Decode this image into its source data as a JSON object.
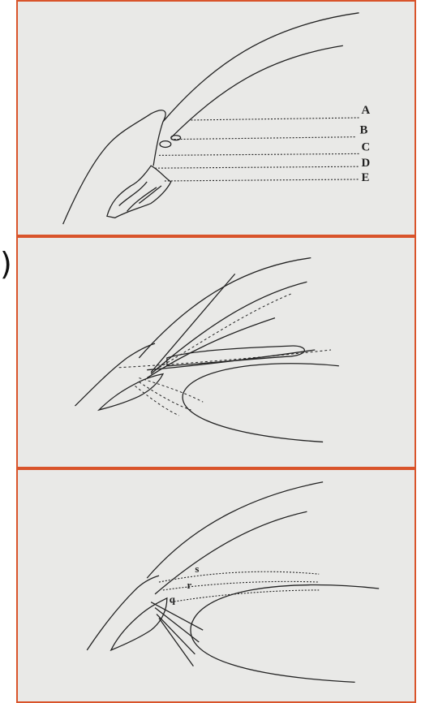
{
  "colors": {
    "panel_border": "#d9542b",
    "panel_bg": "#e9e9e7",
    "ink": "#222222"
  },
  "panels": {
    "top": {
      "labels": [
        "A",
        "B",
        "C",
        "D",
        "E"
      ]
    },
    "middle": {
      "edge_glyph": ")"
    },
    "bottom": {
      "labels": [
        "s",
        "r",
        "q"
      ]
    }
  }
}
